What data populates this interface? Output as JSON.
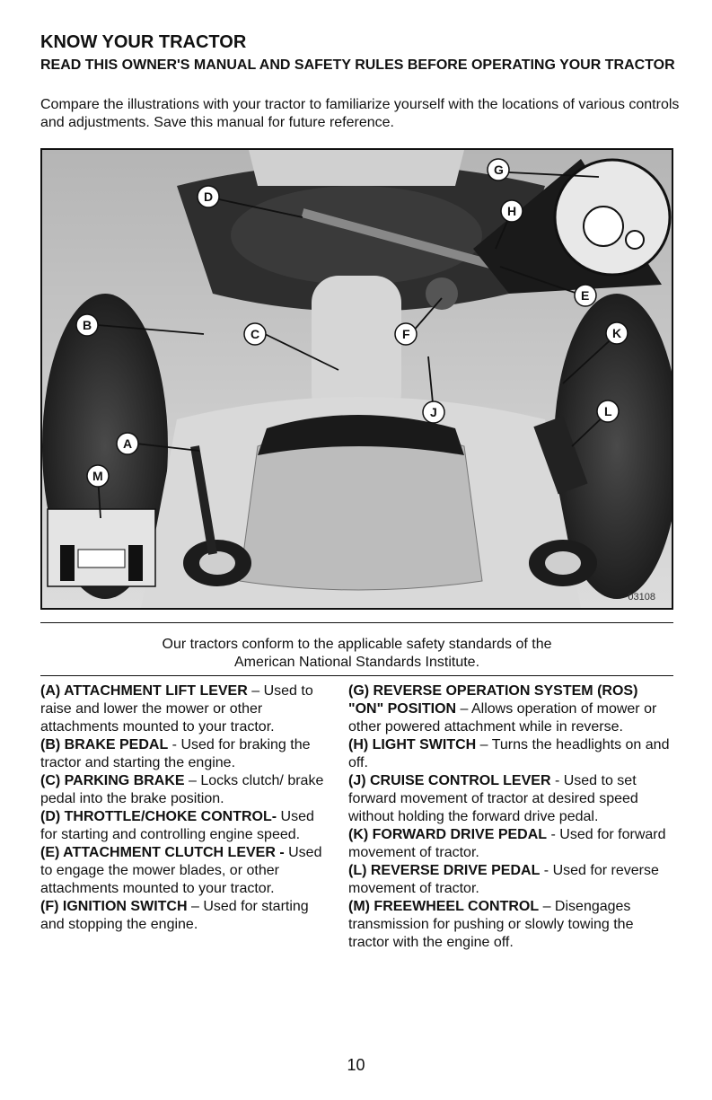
{
  "header": {
    "title": "KNOW YOUR TRACTOR",
    "subtitle": "READ THIS OWNER'S MANUAL AND SAFETY RULES BEFORE OPERATING YOUR TRACTOR",
    "intro": "Compare the illustrations with your tractor to familiarize yourself with the locations of various controls and adjustments. Save this manual for future reference."
  },
  "figure": {
    "code": "03108",
    "callouts": [
      "A",
      "B",
      "C",
      "D",
      "E",
      "F",
      "G",
      "H",
      "J",
      "K",
      "L",
      "M"
    ]
  },
  "standards_note": {
    "line1": "Our tractors conform to the applicable safety standards of the",
    "line2": "American National Standards Institute."
  },
  "entries_left": [
    {
      "term": "(A) ATTACHMENT LIFT LEVER",
      "desc": " – Used to raise and lower the mower or other attachments mounted to your tractor."
    },
    {
      "term": "(B) BRAKE PEDAL",
      "desc": " - Used for braking the tractor and starting the engine."
    },
    {
      "term": "(C) PARKING BRAKE",
      "desc": " – Locks clutch/ brake pedal into the brake position."
    },
    {
      "term": "(D) THROTTLE/CHOKE CONTROL-",
      "desc": " Used for starting and controlling engine speed."
    },
    {
      "term": "(E) ATTACHMENT CLUTCH LEVER -",
      "desc": " Used to engage the mower blades, or other attachments mounted to your tractor."
    },
    {
      "term": "(F) IGNITION SWITCH",
      "desc": " – Used for starting and stopping the engine."
    }
  ],
  "entries_right": [
    {
      "term": "(G) REVERSE OPERATION SYSTEM (ROS) \"ON\" POSITION",
      "desc": " – Allows operation of mower or other powered attachment while in reverse."
    },
    {
      "term": "(H) LIGHT SWITCH",
      "desc": " – Turns the headlights on and off."
    },
    {
      "term": "(J) CRUISE CONTROL LEVER",
      "desc": " - Used to set forward movement of tractor at desired speed without holding the forward drive pedal."
    },
    {
      "term": "(K) FORWARD DRIVE PEDAL",
      "desc": " - Used for forward movement of tractor."
    },
    {
      "term": "(L) REVERSE DRIVE PEDAL",
      "desc": " - Used for reverse movement of tractor."
    },
    {
      "term": "(M) FREEWHEEL CONTROL",
      "desc": " – Disengages transmission for pushing or slowly towing the tractor with the engine off."
    }
  ],
  "page_number": "10"
}
